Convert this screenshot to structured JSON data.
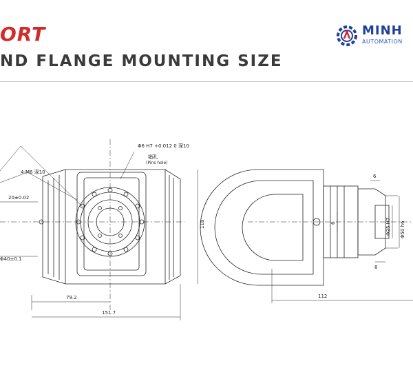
{
  "header": {
    "brand_partial": "ORT",
    "title": "ND FLANGE MOUNTING SIZE"
  },
  "logo": {
    "name": "MINH",
    "sub": "AUTOMATION"
  },
  "front_view": {
    "pin_hole_note": "Φ6 H7 +0.012 0 深10",
    "pin_hole_cn": "销孔",
    "pin_hole_en": "(Pins hole)",
    "thread_note": "4-M6 深10",
    "dim_20": "20±0.02",
    "dim_40": "Φ40±0.1",
    "dim_height": "118",
    "dim_79": "79.2",
    "dim_151": "151.7"
  },
  "side_view": {
    "dim_112": "112",
    "dim_6": "6",
    "dim_phi25": "Φ25 H7",
    "dim_phi50": "Φ50 h6",
    "dim_8": "8",
    "dim_h": "6"
  },
  "colors": {
    "brand_red": "#d22b2b",
    "heading_gray": "#3a3a3a",
    "logo_blue": "#1f3f9a",
    "line": "#222222"
  }
}
